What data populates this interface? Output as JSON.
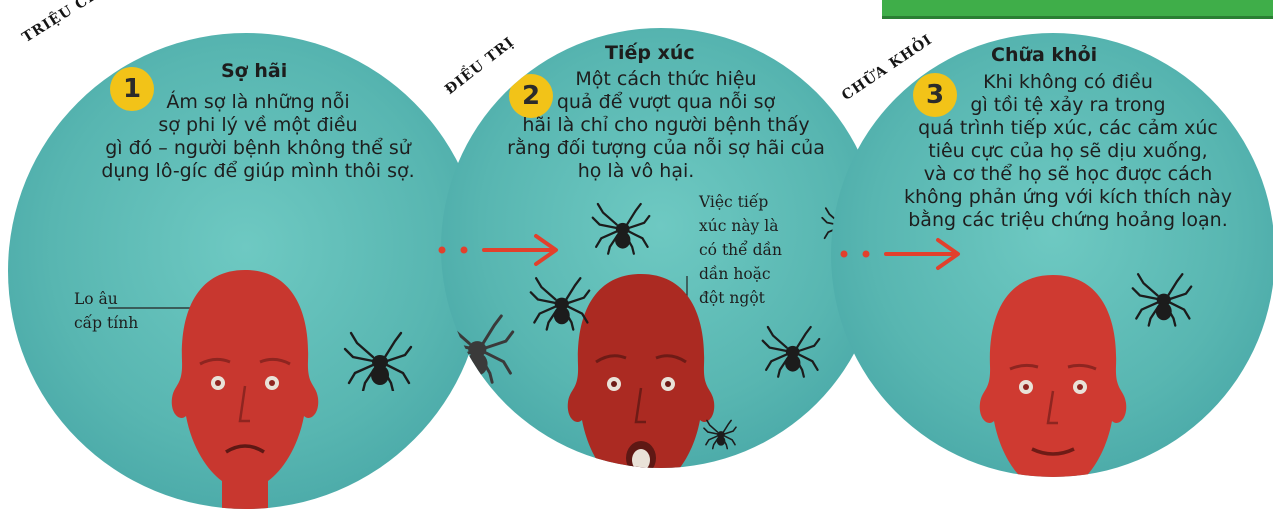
{
  "steps": [
    {
      "label": "TRIỆU CHỨNG",
      "number": "1",
      "title": "Sợ hãi",
      "lines": [
        "Ám sợ là những nỗi",
        "sợ phi lý về một điều",
        "gì đó – người bệnh không thể sử",
        "dụng lô-gíc để giúp mình thôi sợ."
      ],
      "annotation": [
        "Lo âu",
        "cấp tính"
      ]
    },
    {
      "label": "ĐIỀU TRỊ",
      "number": "2",
      "title": "Tiếp xúc",
      "lines": [
        "Một cách thức hiệu",
        "quả để vượt qua nỗi sợ",
        "hãi là chỉ cho người bệnh thấy",
        "rằng đối tượng của nỗi sợ hãi của",
        "họ là vô hại."
      ],
      "annotation": [
        "Việc tiếp",
        "xúc này là",
        "có thể dần",
        "dần hoặc",
        "đột ngột"
      ]
    },
    {
      "label": "CHỮA KHỎI",
      "number": "3",
      "title": "Chữa khỏi",
      "lines": [
        "Khi không có điều",
        "gì tồi tệ xảy ra trong",
        "quá trình tiếp xúc, các cảm xúc",
        "tiêu cực của họ sẽ dịu xuống,",
        "và cơ thể họ sẽ học được cách",
        "không phản ứng với kích thích này",
        "bằng các triệu chứng hoảng loạn."
      ]
    }
  ],
  "colors": {
    "circle": "#58b6b1",
    "head": "#c8372f",
    "badge": "#f2c318",
    "arrow": "#e2402c",
    "spider": "#1c1c1c",
    "topbar": "#3fae49"
  },
  "icons": [
    "spider-icon",
    "head-icon",
    "arrow-icon"
  ]
}
